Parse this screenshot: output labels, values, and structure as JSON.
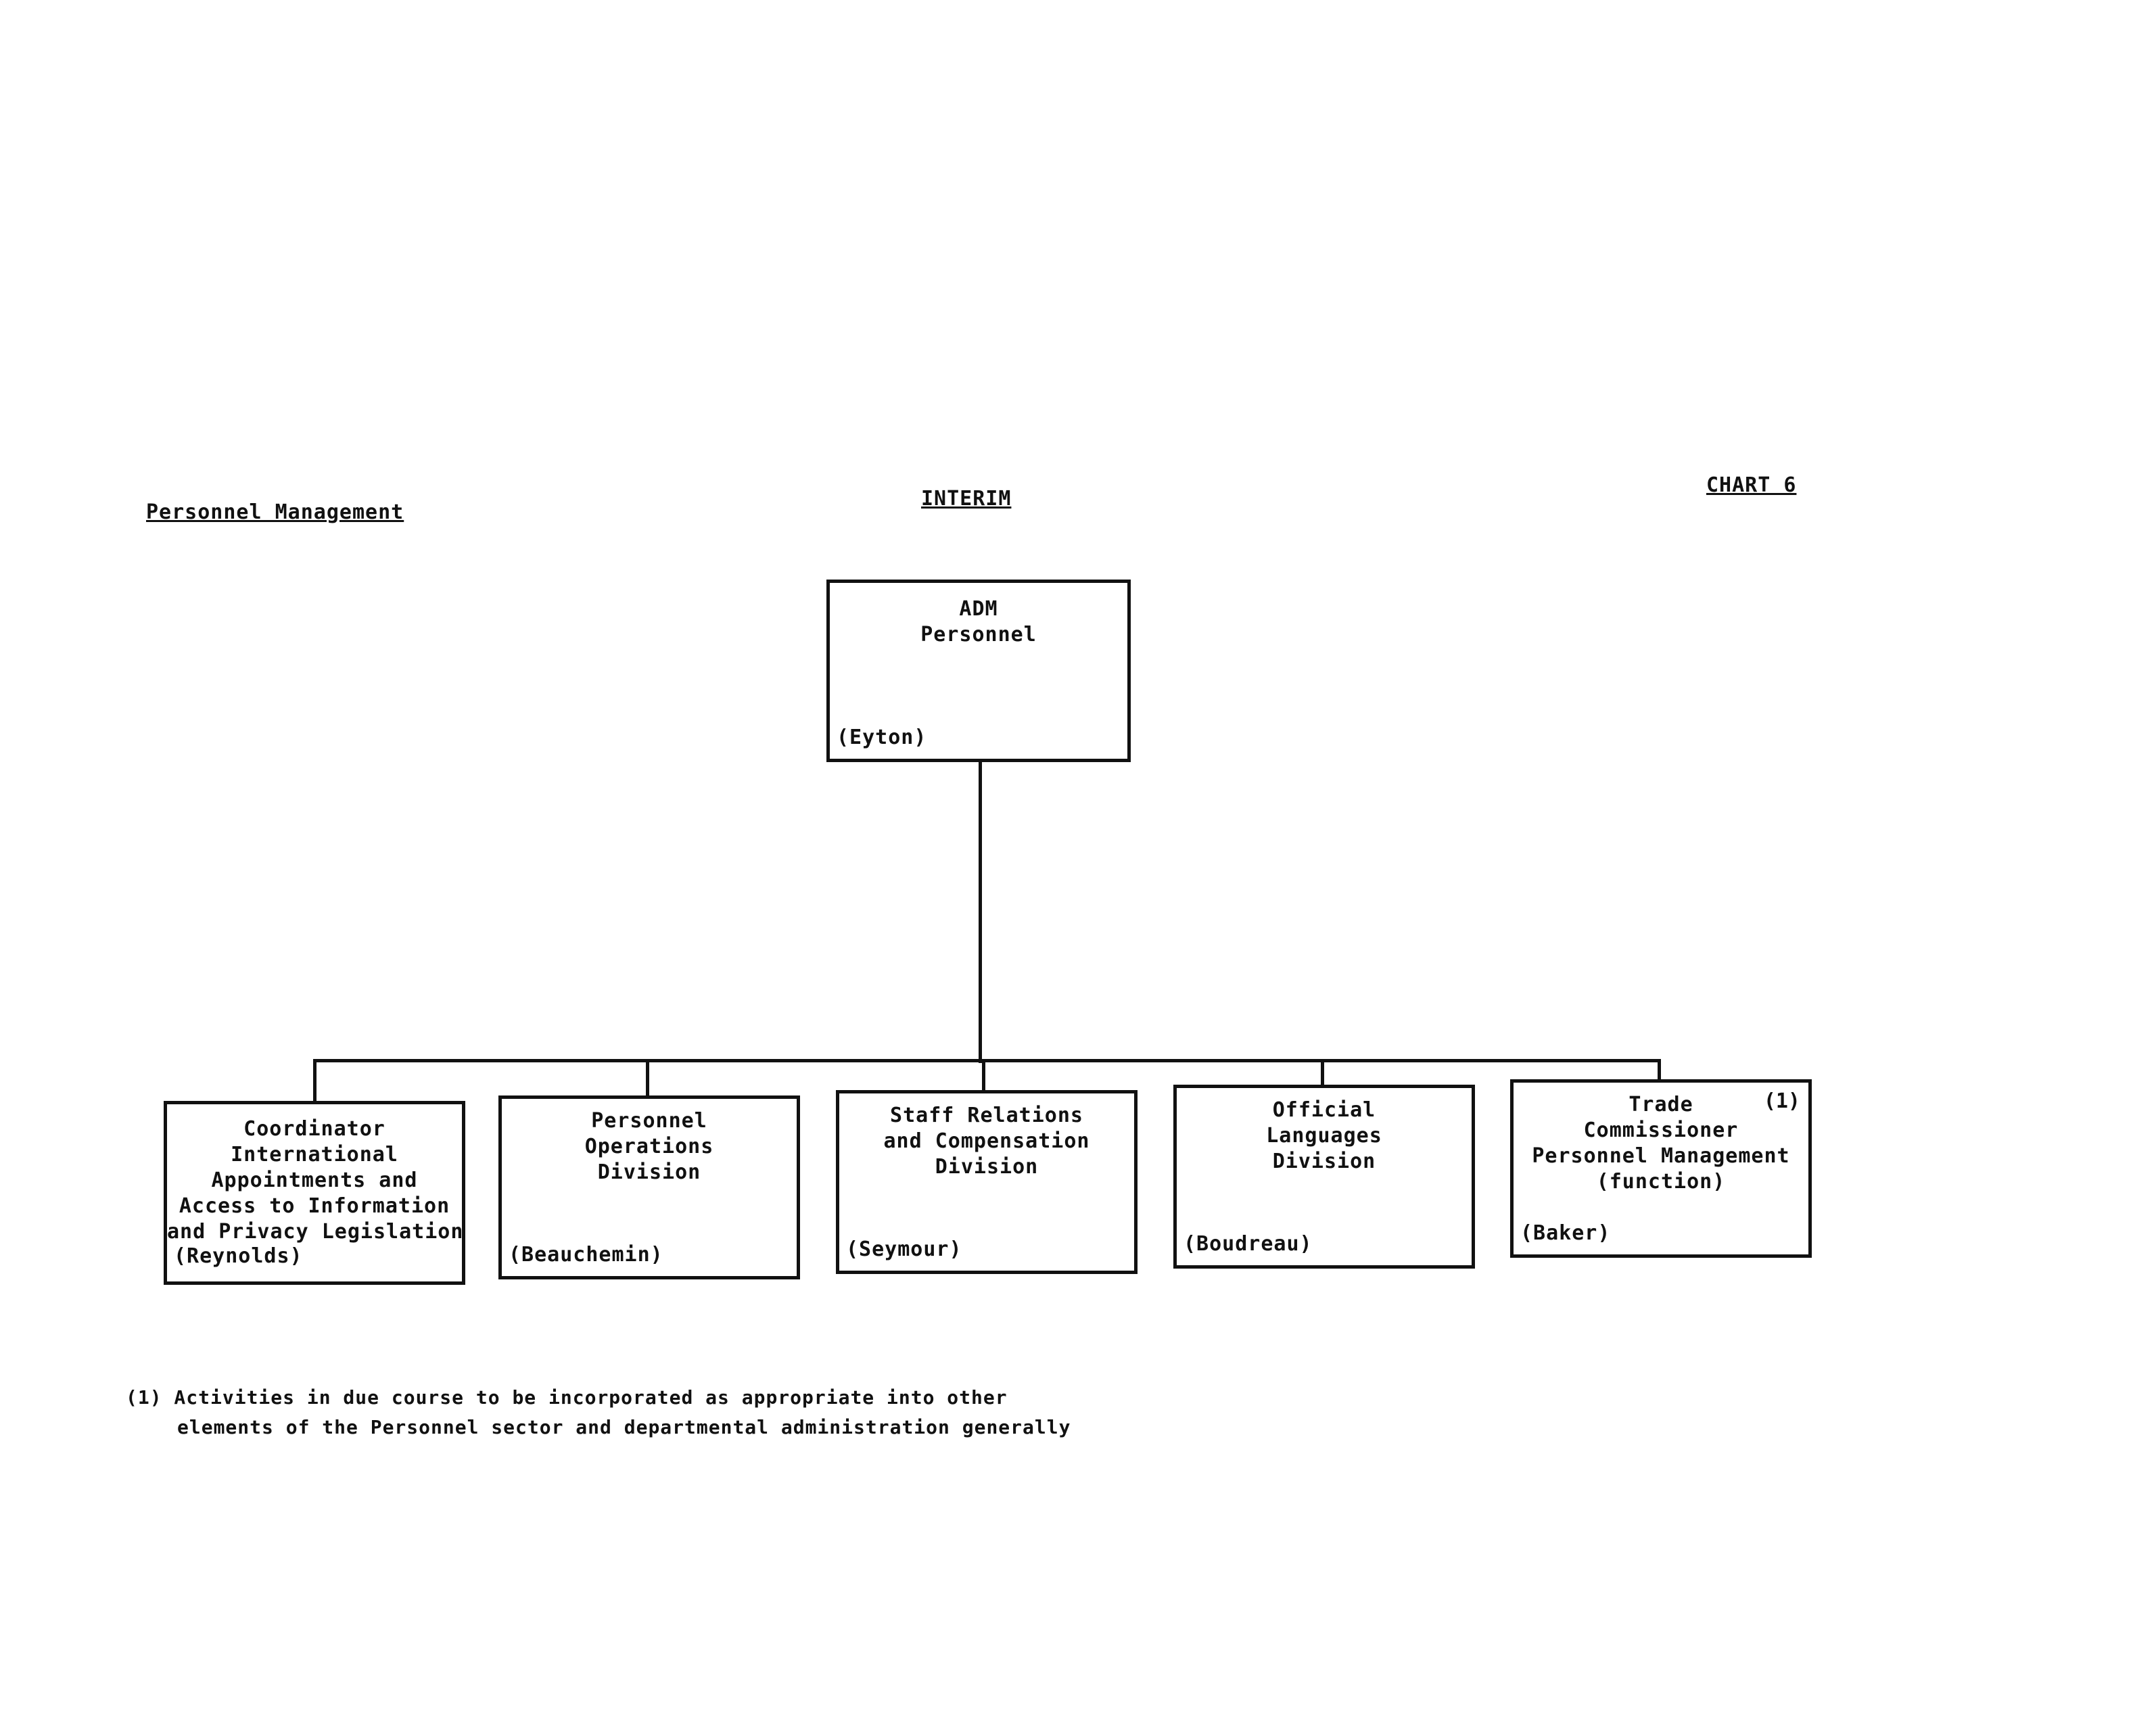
{
  "header": {
    "left": "Personnel Management",
    "center": "INTERIM",
    "right": "CHART 6"
  },
  "top_box": {
    "title_lines": [
      "ADM",
      "Personnel"
    ],
    "name": "(Eyton)"
  },
  "divisions": [
    {
      "title_lines": [
        "Coordinator",
        "International",
        "Appointments and",
        "Access to Information",
        "and Privacy Legislation"
      ],
      "name": "(Reynolds)"
    },
    {
      "title_lines": [
        "Personnel",
        "Operations",
        "Division"
      ],
      "name": "(Beauchemin)"
    },
    {
      "title_lines": [
        "Staff Relations",
        "and Compensation",
        "Division"
      ],
      "name": "(Seymour)"
    },
    {
      "title_lines": [
        "Official",
        "Languages",
        "Division"
      ],
      "name": "(Boudreau)"
    },
    {
      "title_lines": [
        "Trade",
        "Commissioner",
        "Personnel Management",
        "(function)"
      ],
      "name": "(Baker)",
      "footnote_mark": "(1)"
    }
  ],
  "footnote": {
    "line1": "(1) Activities in due course to be incorporated as appropriate into other",
    "line2": "elements of the Personnel sector and departmental administration generally"
  }
}
